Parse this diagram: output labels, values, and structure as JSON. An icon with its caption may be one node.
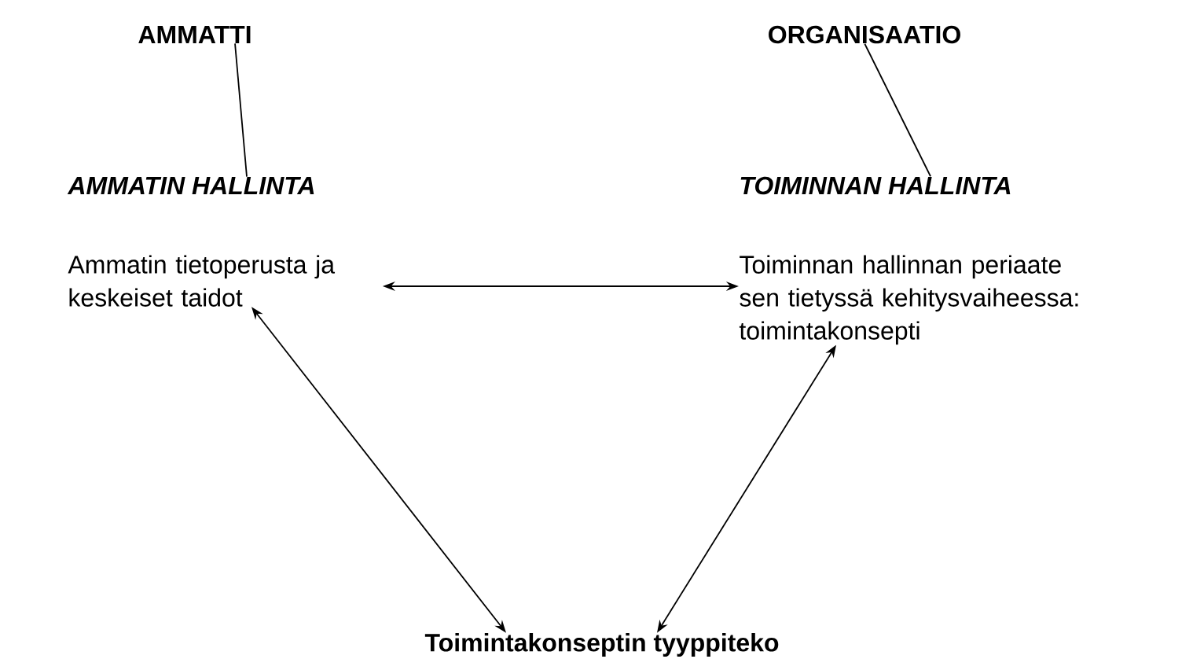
{
  "diagram": {
    "nodes": [
      {
        "text": [
          "AMMATTI"
        ]
      },
      {
        "text": [
          "AMMATIN HALLINTA"
        ]
      },
      {
        "text": [
          "Ammatin tietoperusta ja keskeiset taidot"
        ]
      },
      {
        "text": [
          "ORGANISAATIO"
        ]
      },
      {
        "text": [
          "TOIMINNAN HALLINTA"
        ]
      },
      {
        "text": [
          "Toiminnan hallinnan periaate sen tietyssä kehitysvaiheessa: toimintakonsepti"
        ]
      },
      {
        "text": [
          "Toimintakonseptin tyyppiteko"
        ]
      }
    ],
    "edges": [
      {
        "from": 0,
        "to": 1,
        "arrow": "none"
      },
      {
        "from": 3,
        "to": 4,
        "arrow": "none"
      },
      {
        "from": 2,
        "to": 5,
        "arrow": "both"
      },
      {
        "from": 2,
        "to": 6,
        "arrow": "both"
      },
      {
        "from": 5,
        "to": 6,
        "arrow": "both"
      }
    ]
  }
}
